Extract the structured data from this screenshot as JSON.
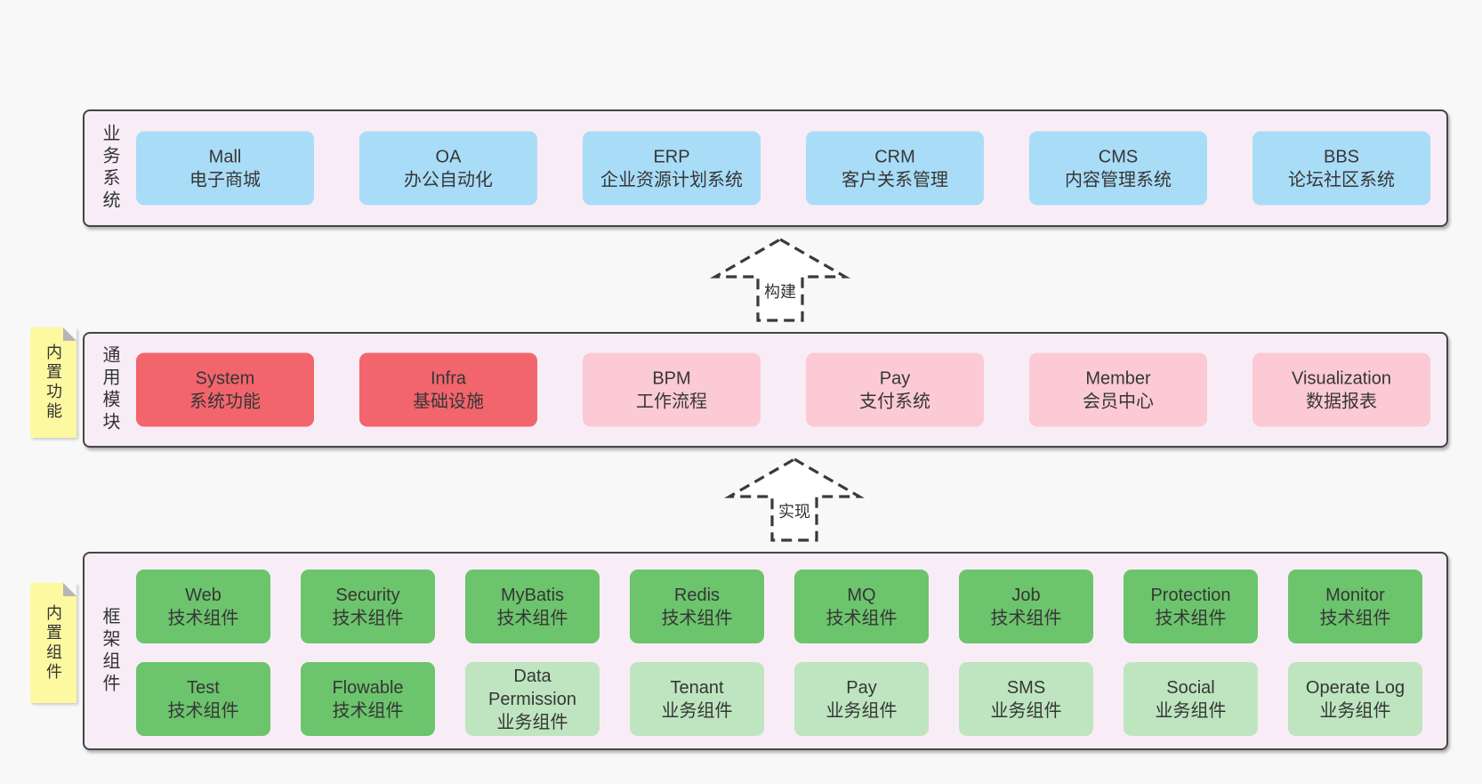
{
  "bands": {
    "business": {
      "label": "业务系统",
      "boxes": [
        {
          "title": "Mall",
          "subtitle": "电子商城",
          "variant": "blue"
        },
        {
          "title": "OA",
          "subtitle": "办公自动化",
          "variant": "blue"
        },
        {
          "title": "ERP",
          "subtitle": "企业资源计划系统",
          "variant": "blue"
        },
        {
          "title": "CRM",
          "subtitle": "客户关系管理",
          "variant": "blue"
        },
        {
          "title": "CMS",
          "subtitle": "内容管理系统",
          "variant": "blue"
        },
        {
          "title": "BBS",
          "subtitle": "论坛社区系统",
          "variant": "blue"
        }
      ]
    },
    "modules": {
      "label": "通用模块",
      "sticky": "内置功能",
      "boxes": [
        {
          "title": "System",
          "subtitle": "系统功能",
          "variant": "red"
        },
        {
          "title": "Infra",
          "subtitle": "基础设施",
          "variant": "red"
        },
        {
          "title": "BPM",
          "subtitle": "工作流程",
          "variant": "pink"
        },
        {
          "title": "Pay",
          "subtitle": "支付系统",
          "variant": "pink"
        },
        {
          "title": "Member",
          "subtitle": "会员中心",
          "variant": "pink"
        },
        {
          "title": "Visualization",
          "subtitle": "数据报表",
          "variant": "pink"
        }
      ]
    },
    "components": {
      "label": "框架组件",
      "sticky": "内置组件",
      "rows": [
        {
          "boxes": [
            {
              "title": "Web",
              "subtitle": "技术组件",
              "variant": "green"
            },
            {
              "title": "Security",
              "subtitle": "技术组件",
              "variant": "green"
            },
            {
              "title": "MyBatis",
              "subtitle": "技术组件",
              "variant": "green"
            },
            {
              "title": "Redis",
              "subtitle": "技术组件",
              "variant": "green"
            },
            {
              "title": "MQ",
              "subtitle": "技术组件",
              "variant": "green"
            },
            {
              "title": "Job",
              "subtitle": "技术组件",
              "variant": "green"
            },
            {
              "title": "Protection",
              "subtitle": "技术组件",
              "variant": "green"
            },
            {
              "title": "Monitor",
              "subtitle": "技术组件",
              "variant": "green"
            }
          ]
        },
        {
          "boxes": [
            {
              "title": "Test",
              "subtitle": "技术组件",
              "variant": "green"
            },
            {
              "title": "Flowable",
              "subtitle": "技术组件",
              "variant": "green"
            },
            {
              "title": "Data Permission",
              "subtitle": "业务组件",
              "variant": "lightgreen"
            },
            {
              "title": "Tenant",
              "subtitle": "业务组件",
              "variant": "lightgreen"
            },
            {
              "title": "Pay",
              "subtitle": "业务组件",
              "variant": "lightgreen"
            },
            {
              "title": "SMS",
              "subtitle": "业务组件",
              "variant": "lightgreen"
            },
            {
              "title": "Social",
              "subtitle": "业务组件",
              "variant": "lightgreen"
            },
            {
              "title": "Operate Log",
              "subtitle": "业务组件",
              "variant": "lightgreen"
            }
          ]
        }
      ]
    }
  },
  "arrows": [
    {
      "label": "构建"
    },
    {
      "label": "实现"
    }
  ],
  "colors": {
    "page_background": "#f8f8f8",
    "band_background": "#f8edf6",
    "band_border": "#454545",
    "blue_box": "#a9dcf7",
    "red_box": "#f2656d",
    "pink_box": "#fbcad4",
    "green_box": "#6cc46c",
    "light_green_box": "#bee5bf",
    "sticky_note": "#fcf9a1",
    "sticky_fold": "#b5b5b5",
    "text": "#363636"
  }
}
